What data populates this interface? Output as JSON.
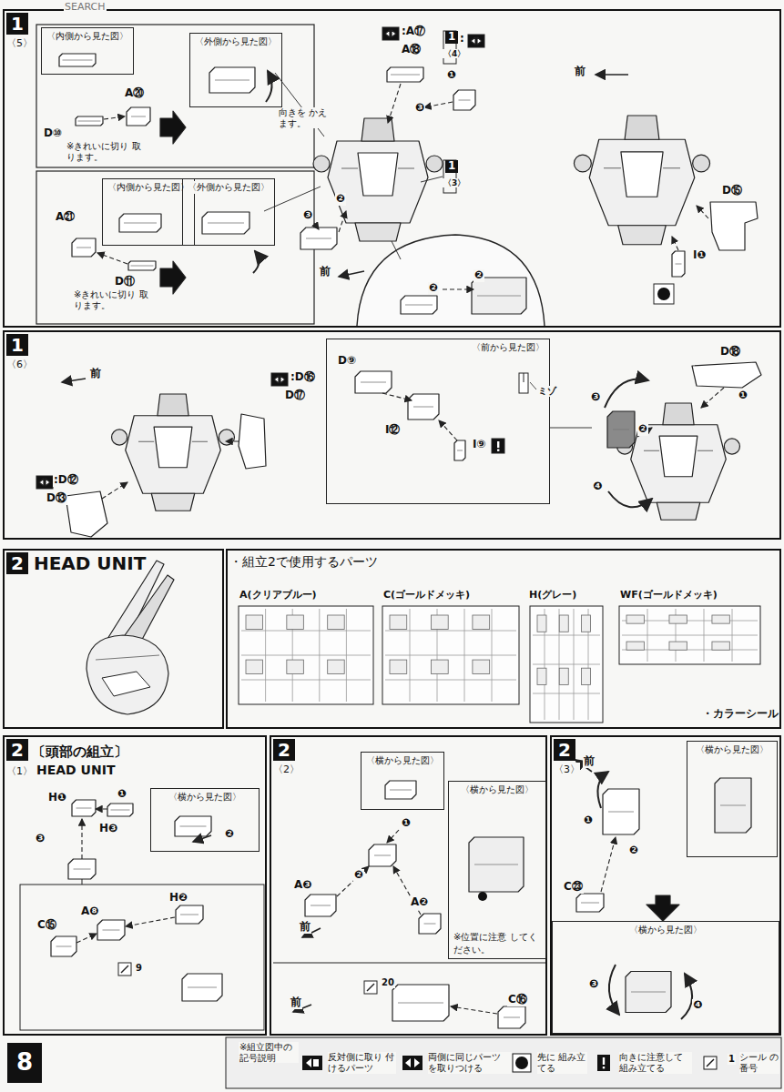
{
  "diagram": {
    "nodes": [
      {
        "text": [
          "1",
          "〈5〉"
        ]
      },
      {
        "text": [
          "〈内側から見た図〉"
        ],
        "in": 0
      },
      {
        "text": [
          "〈外側から見た図〉"
        ],
        "in": 0
      },
      {
        "text": [
          "〈内側から見た図〉"
        ],
        "in": 0
      },
      {
        "text": [
          "〈外側から見た図〉"
        ],
        "in": 0
      },
      {
        "text": [
          "1",
          "〈6〉"
        ]
      },
      {
        "text": [
          "〈前から見た図〉"
        ],
        "in": 5
      },
      {
        "text": [
          "2",
          "HEAD UNIT"
        ]
      },
      {
        "text": [
          "・組立2で使用するパーツ"
        ]
      },
      {
        "text": [
          "2",
          "〔頭部の組立〕",
          "〈1〉",
          "HEAD UNIT"
        ]
      },
      {
        "text": [
          "2",
          "〈2〉"
        ]
      },
      {
        "text": [
          "2",
          "〈3〉"
        ]
      },
      {
        "text": [
          "〈横から見た図〉"
        ],
        "in": 9
      },
      {
        "text": [
          "〈横から見た図〉"
        ],
        "in": 10
      },
      {
        "text": [
          "〈横から見た図〉",
          "※位置に注意 してください。"
        ],
        "in": 10
      },
      {
        "text": [
          "〈横から見た図〉"
        ],
        "in": 11
      },
      {
        "text": [
          "〈横から見た図〉"
        ],
        "in": 11
      }
    ],
    "labels": [
      "SEARCH",
      "A⑳",
      "D⑩",
      "※きれいに切り 取ります。",
      "向きを かえます。",
      ":A⑰",
      "A⑱",
      "1",
      "〈4〉",
      ":",
      "❶",
      "❸",
      "1",
      "〈3〉",
      "❸",
      "❷",
      "前",
      "A㉑",
      "D⑪",
      "※きれいに切り 取ります。",
      "❷",
      "❷",
      "前",
      "D⑮",
      "I❶",
      ":D⑯",
      "D⑰",
      "前",
      ":D⑫",
      "D⑬",
      "D⑨",
      "ミゾ",
      "I⑫",
      "I⑨",
      "D⑱",
      "❶",
      "❸",
      "❷",
      "❹",
      "A(クリアブルー)",
      "C(ゴールドメッキ)",
      "H(グレー)",
      "WF(ゴールドメッキ)",
      "・カラーシール",
      "H❶",
      "❶",
      "H❸",
      "❷",
      "❸",
      "A❽",
      "H❷",
      "C⑮",
      "9",
      "❶",
      "❷",
      "A❸",
      "A❷",
      "前",
      "20",
      "C⑯",
      "前",
      "前",
      "❶",
      "❷",
      "C㉓",
      "❸",
      "❹",
      "8",
      "※組立図中の 記号説明",
      "1"
    ],
    "legend": [
      {
        "text": "反対側に取り 付けるパーツ"
      },
      {
        "text": "両側に同じパーツ を取りつける"
      },
      {
        "text": "先に 組み立てる"
      },
      {
        "text": "向きに注意して 組み立てる"
      },
      {
        "text": "シール の番号"
      }
    ]
  }
}
